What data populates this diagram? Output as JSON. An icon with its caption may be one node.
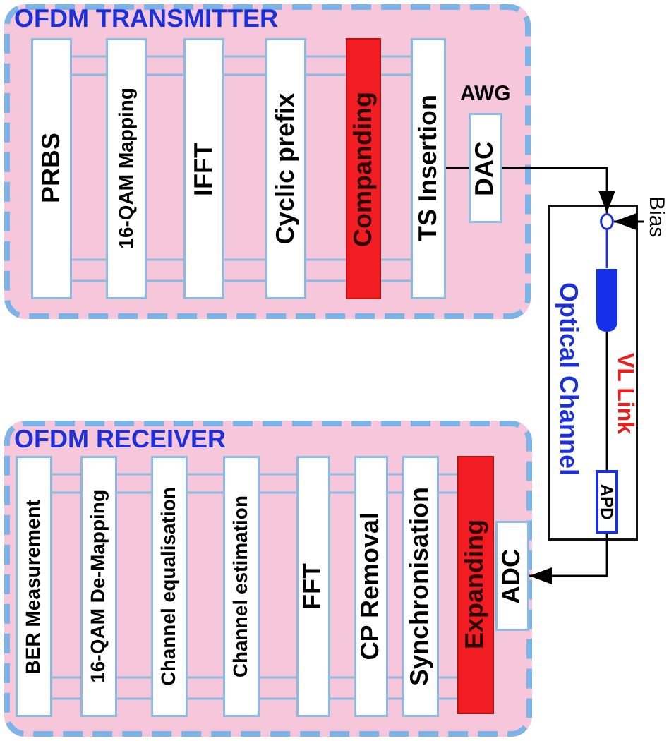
{
  "diagram": {
    "nodes": [
      {
        "text": [
          "OFDM TRANSMITTER"
        ]
      },
      {
        "text": [
          "PRBS"
        ],
        "in": 0
      },
      {
        "text": [
          "16-QAM Mapping"
        ],
        "in": 0
      },
      {
        "text": [
          "IFFT"
        ],
        "in": 0
      },
      {
        "text": [
          "Cyclic prefix"
        ],
        "in": 0
      },
      {
        "text": [
          "Companding"
        ],
        "in": 0
      },
      {
        "text": [
          "TS Insertion"
        ],
        "in": 0
      },
      {
        "text": [
          "DAC"
        ],
        "in": 0,
        "beside": [
          "AWG"
        ]
      },
      {
        "text": [
          "Bias"
        ]
      },
      {
        "text": [
          "Optical Channel"
        ]
      },
      {
        "text": [],
        "shape": "circle",
        "in": 9
      },
      {
        "text": [],
        "shape": "bullet",
        "in": 9
      },
      {
        "text": [
          "APD"
        ],
        "in": 9
      },
      {
        "text": [
          "OFDM RECEIVER"
        ]
      },
      {
        "text": [
          "BER Measurement"
        ],
        "in": 13
      },
      {
        "text": [
          "16-QAM De-Mapping"
        ],
        "in": 13
      },
      {
        "text": [
          "Channel equalisation"
        ],
        "in": 13
      },
      {
        "text": [
          "Channel estimation"
        ],
        "in": 13
      },
      {
        "text": [
          "FFT"
        ],
        "in": 13
      },
      {
        "text": [
          "CP Removal"
        ],
        "in": 13
      },
      {
        "text": [
          "Synchronisation"
        ],
        "in": 13
      },
      {
        "text": [
          "Expanding"
        ],
        "in": 13
      },
      {
        "text": [
          "ADC"
        ],
        "in": 13
      }
    ],
    "edges": [
      {
        "from": 1,
        "to": 2,
        "arrow": "none"
      },
      {
        "from": 2,
        "to": 3,
        "arrow": "none"
      },
      {
        "from": 3,
        "to": 4,
        "arrow": "none"
      },
      {
        "from": 4,
        "to": 5,
        "arrow": "none"
      },
      {
        "from": 5,
        "to": 6,
        "arrow": "none"
      },
      {
        "from": 6,
        "to": 7,
        "arrow": "none",
        "color": "#000000"
      },
      {
        "from": 7,
        "to": 10,
        "arrow": "to",
        "color": "#000000"
      },
      {
        "from": 8,
        "to": 10,
        "arrow": "to",
        "color": "#000000"
      },
      {
        "from": 10,
        "to": 11,
        "arrow": "none",
        "color": "#1b30d8"
      },
      {
        "from": 11,
        "to": 12,
        "arrow": "none",
        "color": "#000000",
        "label": "VL Link"
      },
      {
        "from": 12,
        "to": 22,
        "arrow": "to",
        "color": "#000000"
      },
      {
        "from": 21,
        "to": 20,
        "arrow": "none"
      },
      {
        "from": 20,
        "to": 19,
        "arrow": "none"
      },
      {
        "from": 19,
        "to": 18,
        "arrow": "none"
      },
      {
        "from": 18,
        "to": 17,
        "arrow": "none"
      },
      {
        "from": 17,
        "to": 16,
        "arrow": "none"
      },
      {
        "from": 16,
        "to": 15,
        "arrow": "none"
      },
      {
        "from": 15,
        "to": 14,
        "arrow": "none"
      }
    ]
  }
}
